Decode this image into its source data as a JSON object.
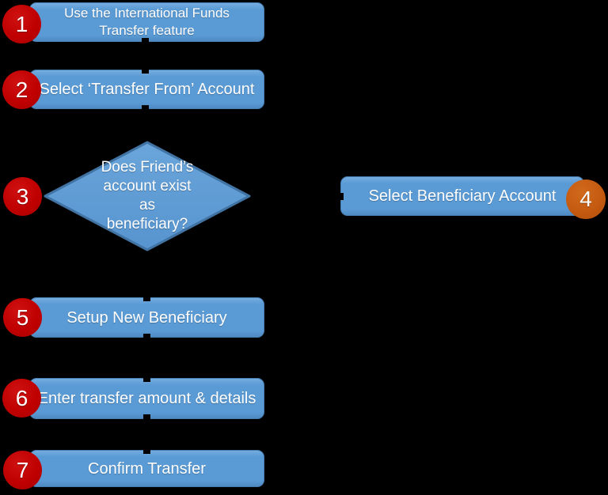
{
  "colors": {
    "background": "#000000",
    "node_blue": "#5b9bd5",
    "node_border_blue": "#41719c",
    "badge_red": "#c00000",
    "badge_orange": "#c55a11",
    "text": "#ffffff"
  },
  "steps": [
    {
      "number": "1",
      "type": "process",
      "lines": [
        "Use the International Funds",
        "Transfer feature"
      ]
    },
    {
      "number": "2",
      "type": "process",
      "label": "Select ‘Transfer From’ Account"
    },
    {
      "number": "3",
      "type": "decision",
      "lines": [
        "Does Friend’s",
        "account exist",
        "as",
        "beneficiary?"
      ]
    },
    {
      "number": "4",
      "type": "process",
      "label": "Select Beneficiary Account"
    },
    {
      "number": "5",
      "type": "process",
      "label": "Setup New Beneficiary"
    },
    {
      "number": "6",
      "type": "process",
      "label": "Enter transfer amount & details"
    },
    {
      "number": "7",
      "type": "process",
      "label": "Confirm Transfer"
    }
  ]
}
